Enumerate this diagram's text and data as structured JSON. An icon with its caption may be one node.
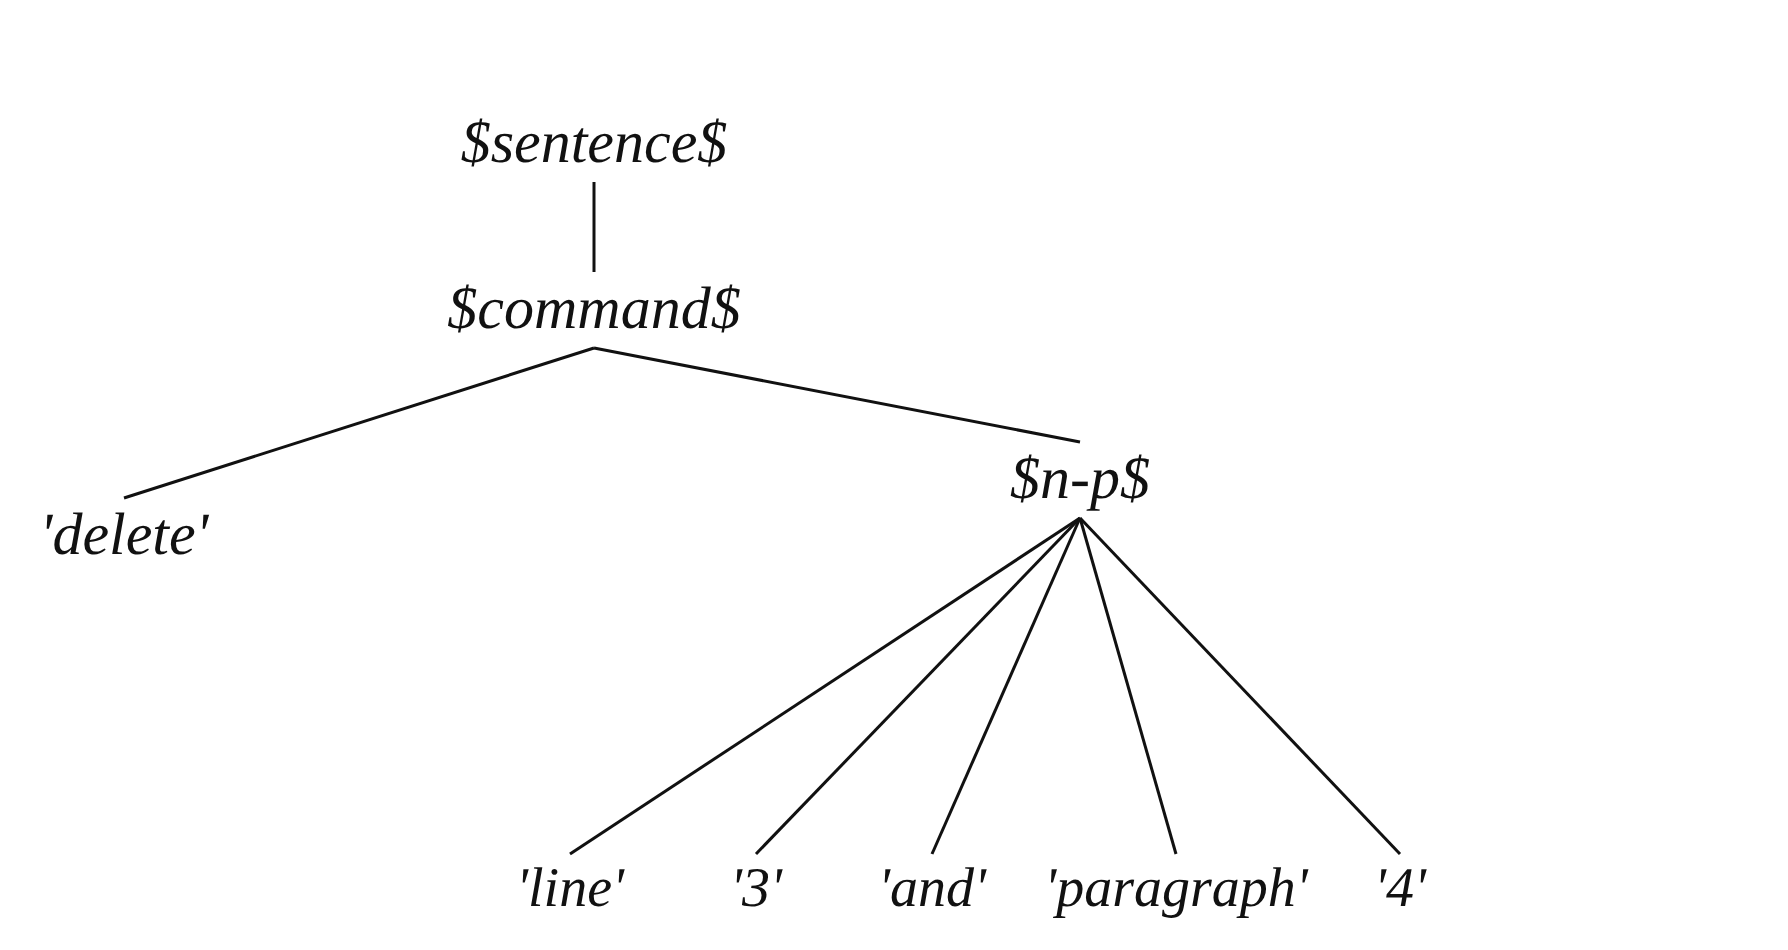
{
  "diagram": {
    "nodes": [
      {
        "text": [
          "$sentence$"
        ]
      },
      {
        "text": [
          "$command$"
        ]
      },
      {
        "text": [
          "'delete'"
        ]
      },
      {
        "text": [
          "$n-p$"
        ]
      },
      {
        "text": [
          "'line'"
        ]
      },
      {
        "text": [
          "'3'"
        ]
      },
      {
        "text": [
          "'and'"
        ]
      },
      {
        "text": [
          "'paragraph'"
        ]
      },
      {
        "text": [
          "'4'"
        ]
      }
    ],
    "edges": [
      {
        "from": 0,
        "to": 1,
        "arrow": "none"
      },
      {
        "from": 1,
        "to": 2,
        "arrow": "none"
      },
      {
        "from": 1,
        "to": 3,
        "arrow": "none"
      },
      {
        "from": 3,
        "to": 4,
        "arrow": "none"
      },
      {
        "from": 3,
        "to": 5,
        "arrow": "none"
      },
      {
        "from": 3,
        "to": 6,
        "arrow": "none"
      },
      {
        "from": 3,
        "to": 7,
        "arrow": "none"
      },
      {
        "from": 3,
        "to": 8,
        "arrow": "none"
      }
    ]
  }
}
